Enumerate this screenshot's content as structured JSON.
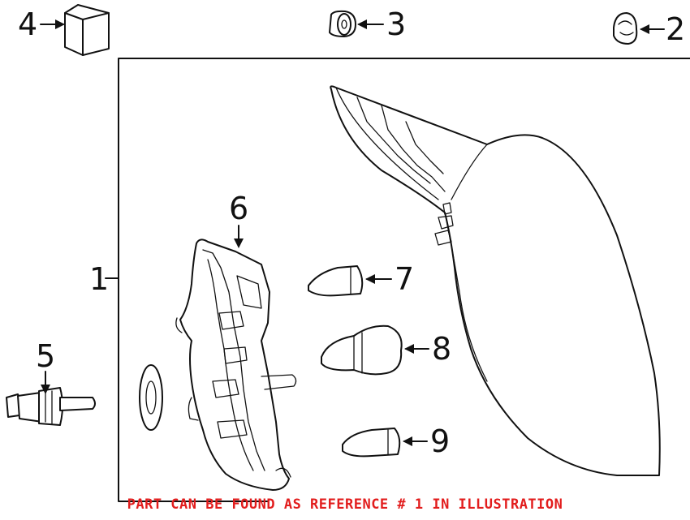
{
  "callouts": {
    "housing": "1",
    "push_clip": "2",
    "grommet": "3",
    "rubber_block": "4",
    "side_bulb_socket": "5",
    "bulb_holder": "6",
    "small_bulb": "7",
    "large_bulb": "8",
    "wedge_bulb": "9"
  },
  "footnote": "PART CAN BE FOUND AS REFERENCE # 1 IN ILLUSTRATION",
  "colors": {
    "footnote": "#e21d1d",
    "lines": "#111111"
  }
}
